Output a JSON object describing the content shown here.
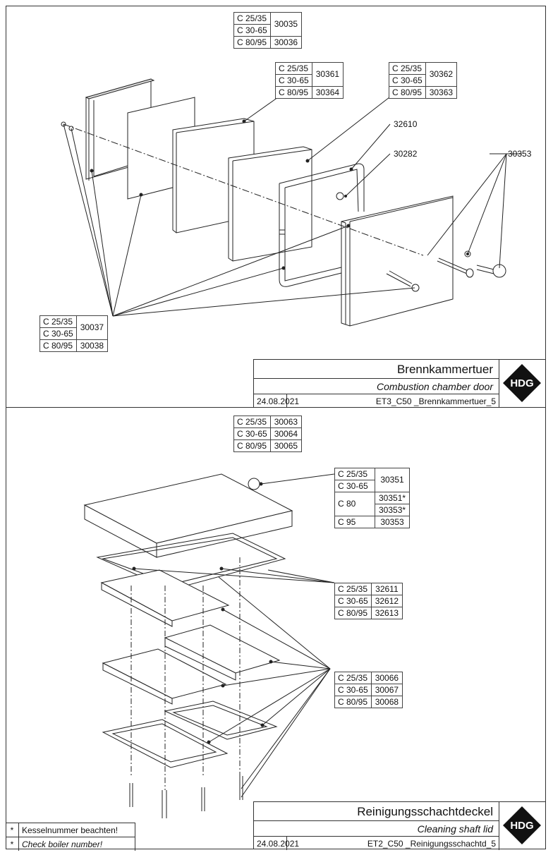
{
  "top": {
    "tables": [
      {
        "id": "t30035",
        "rows": [
          {
            "model": "C 25/35"
          },
          {
            "model": "C 30-65"
          }
        ],
        "merged": "30035",
        "extra": [
          {
            "model": "C 80/95",
            "num": "30036"
          }
        ]
      },
      {
        "id": "t30361",
        "rows": [
          {
            "model": "C 25/35"
          },
          {
            "model": "C 30-65"
          }
        ],
        "merged": "30361",
        "extra": [
          {
            "model": "C 80/95",
            "num": "30364"
          }
        ]
      },
      {
        "id": "t30362",
        "rows": [
          {
            "model": "C 25/35"
          },
          {
            "model": "C 30-65"
          }
        ],
        "merged": "30362",
        "extra": [
          {
            "model": "C 80/95",
            "num": "30363"
          }
        ]
      },
      {
        "id": "t30037",
        "rows": [
          {
            "model": "C 25/35"
          },
          {
            "model": "C 30-65"
          }
        ],
        "merged": "30037",
        "extra": [
          {
            "model": "C 80/95",
            "num": "30038"
          }
        ]
      }
    ],
    "callouts": {
      "c32610": "32610",
      "c30282": "30282",
      "c30353": "30353"
    },
    "title": "Brennkammertuer",
    "subtitle": "Combustion chamber door",
    "date": "24.08.2021",
    "code": "ET3_C50 _Brennkammertuer_5",
    "logo": "HDG"
  },
  "bottom": {
    "t30063": [
      {
        "model": "C 25/35",
        "num": "30063"
      },
      {
        "model": "C 30-65",
        "num": "30064"
      },
      {
        "model": "C 80/95",
        "num": "30065"
      }
    ],
    "t30351": {
      "m1": "C 25/35",
      "m2": "C 30-65",
      "merged": "30351",
      "m3": "C 80",
      "n3a": "30351*",
      "n3b": "30353*",
      "m4": "C 95",
      "n4": "30353"
    },
    "t32611": [
      {
        "model": "C 25/35",
        "num": "32611"
      },
      {
        "model": "C 30-65",
        "num": "32612"
      },
      {
        "model": "C 80/95",
        "num": "32613"
      }
    ],
    "t30066": [
      {
        "model": "C 25/35",
        "num": "30066"
      },
      {
        "model": "C 30-65",
        "num": "30067"
      },
      {
        "model": "C 80/95",
        "num": "30068"
      }
    ],
    "title": "Reinigungsschachtdeckel",
    "subtitle": "Cleaning shaft lid",
    "date": "24.08.2021",
    "code": "ET2_C50 _Reinigungsschachtd_5",
    "logo": "HDG",
    "notes": [
      {
        "mark": "*",
        "text": "Kesselnummer beachten!"
      },
      {
        "mark": "*",
        "text": "Check boiler number!"
      }
    ]
  }
}
